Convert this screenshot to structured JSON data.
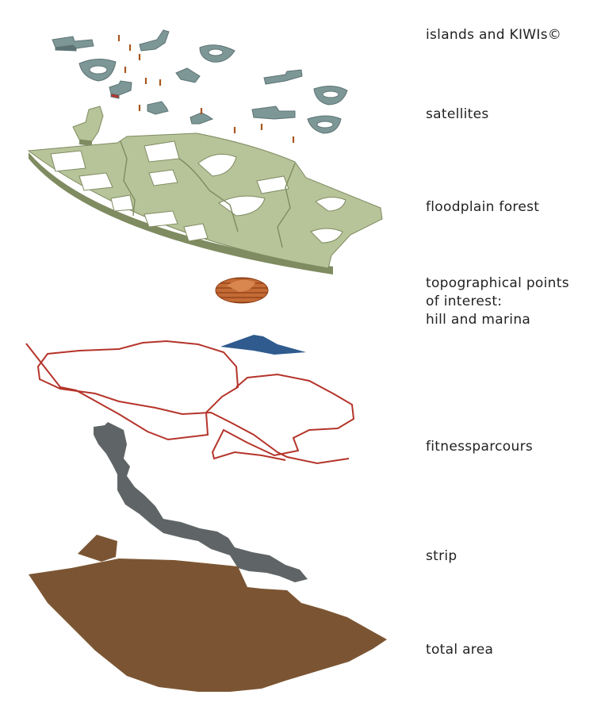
{
  "layers": [
    {
      "id": "islands",
      "label": "islands and KIWIs©"
    },
    {
      "id": "satellites",
      "label": "satellites"
    },
    {
      "id": "forest",
      "label": "floodplain forest"
    },
    {
      "id": "poi",
      "label_lines": [
        "topographical points",
        "of interest:",
        "hill and marina"
      ]
    },
    {
      "id": "fitness",
      "label": "fitnessparcours"
    },
    {
      "id": "strip",
      "label": "strip"
    },
    {
      "id": "total",
      "label": "total area"
    }
  ],
  "colors": {
    "island": "#7d9797",
    "island_dark": "#5d7373",
    "forest_top": "#b7c49a",
    "forest_side": "#7f8b60",
    "hill": "#c0622e",
    "marina": "#2f5b8e",
    "parcours": "#b5342a",
    "strip": "#5f6566",
    "total": "#7b5533",
    "pin": "#a8571f"
  }
}
